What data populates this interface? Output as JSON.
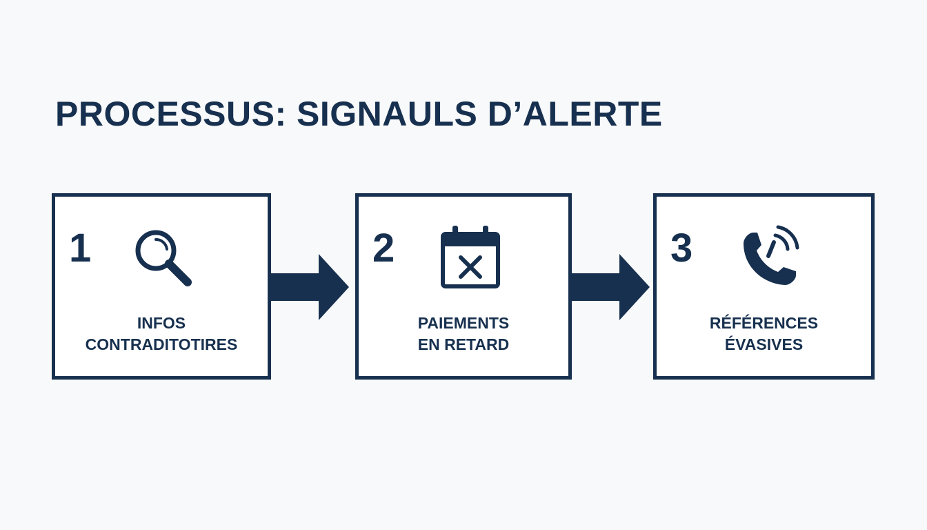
{
  "title": "PROCESSUS: SIGNAULS D’ALERTE",
  "steps": [
    {
      "number": "1",
      "icon": "magnifying-glass-icon",
      "label_line1": "INFOS",
      "label_line2": "CONTRADITOTIRES"
    },
    {
      "number": "2",
      "icon": "calendar-x-icon",
      "label_line1": "PAIEMENTS",
      "label_line2": "EN RETARD"
    },
    {
      "number": "3",
      "icon": "phone-ringing-icon",
      "label_line1": "RÉFÉRENCES",
      "label_line2": "ÉVASIVES"
    }
  ],
  "colors": {
    "primary": "#17304f",
    "background": "#f8f9fa",
    "box_fill": "#ffffff"
  }
}
